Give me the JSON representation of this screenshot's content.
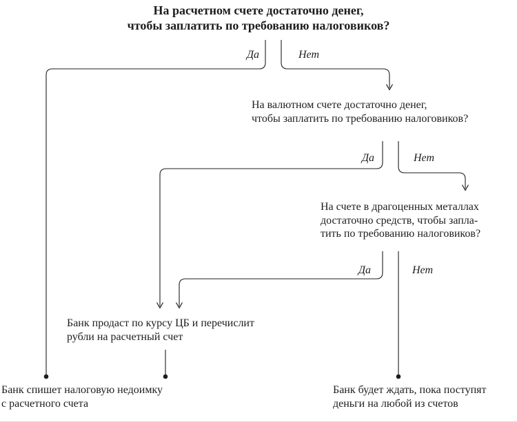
{
  "questions": {
    "q1": "На расчетном счете достаточно денег,\nчтобы заплатить по требованию налоговиков?",
    "q2": "На валютном счете достаточно денег,\nчтобы заплатить по требованию налоговиков?",
    "q3": "На счете в драгоценных металлах\nдостаточно средств, чтобы запла-\nтить по требованию налоговиков?"
  },
  "labels": {
    "yes": "Да",
    "no": "Нет"
  },
  "outcomes": {
    "sell": "Банк продаст по курсу ЦБ и перечислит\nрубли на расчетный счет",
    "writeoff": "Банк спишет налоговую недоимку\nс расчетного счета",
    "wait": "Банк будет ждать, пока поступят\nденьги на любой из счетов"
  },
  "colors": {
    "line": "#1d1d1b",
    "text": "#1d1d1b",
    "background": "#ffffff"
  }
}
